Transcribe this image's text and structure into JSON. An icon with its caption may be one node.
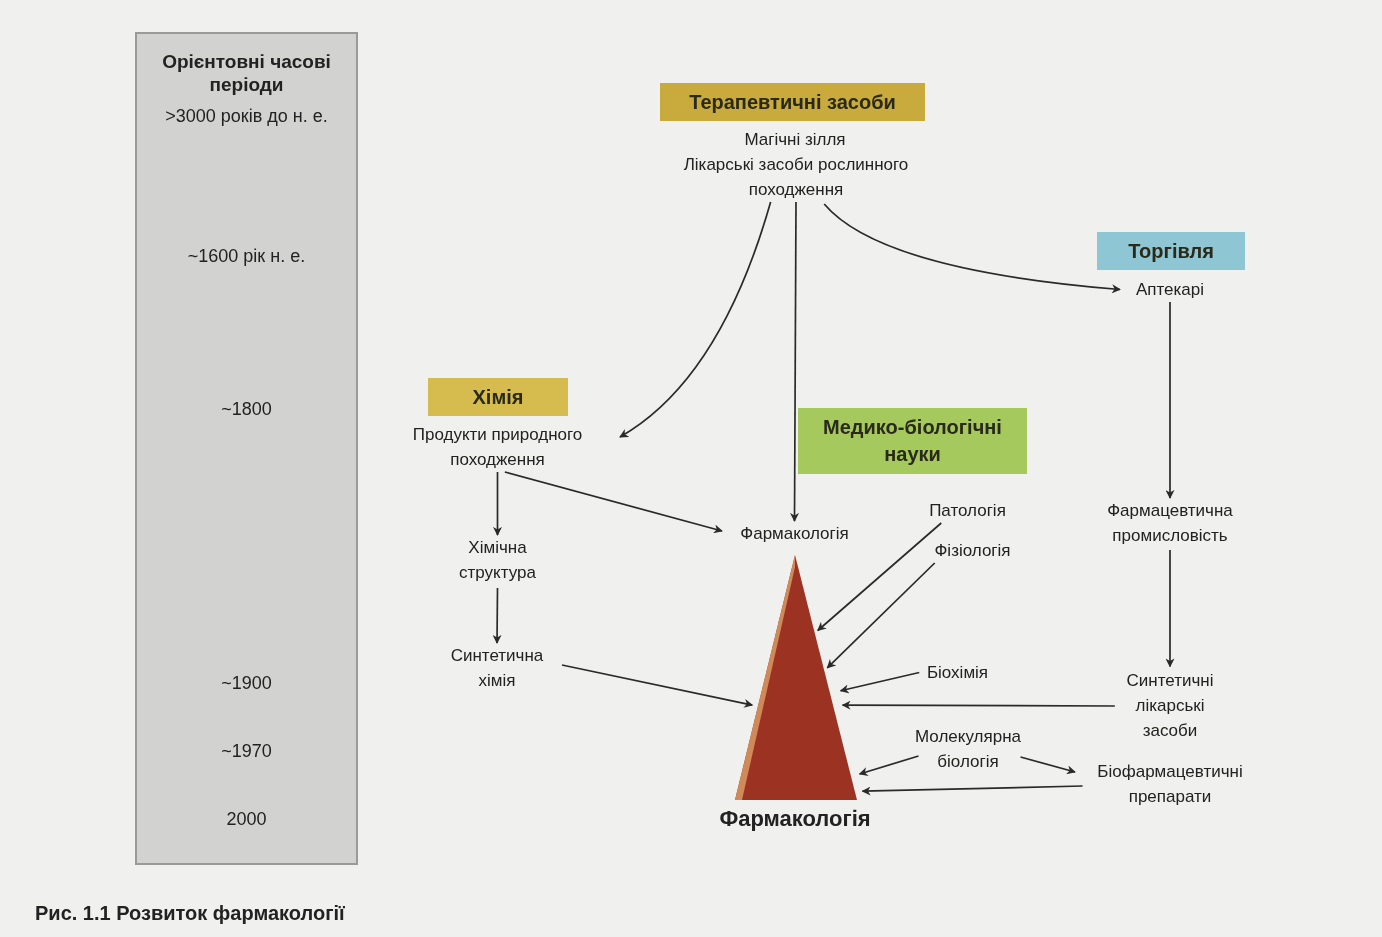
{
  "diagram": {
    "caption": "Рис. 1.1 Розвиток фармакології",
    "nodes": [
      {
        "text": [
          "Орієнтовні часові періоди"
        ]
      },
      {
        "text": [
          "Терапевтичні засоби"
        ]
      },
      {
        "text": [
          "Магічні зілля"
        ]
      },
      {
        "text": [
          "Лікарські засоби рослинного походження"
        ]
      },
      {
        "text": [
          "Торгівля"
        ]
      },
      {
        "text": [
          "Аптекарі"
        ]
      },
      {
        "text": [
          "Хімія"
        ]
      },
      {
        "text": [
          "Продукти природного походження"
        ]
      },
      {
        "text": [
          "Медико-біологічні науки"
        ]
      },
      {
        "text": [
          "Фармакологія"
        ]
      },
      {
        "text": [
          "Патологія"
        ]
      },
      {
        "text": [
          "Хімічна структура"
        ]
      },
      {
        "text": [
          "Фармацевтична промисловість"
        ]
      },
      {
        "text": [
          "Фізіологія"
        ]
      },
      {
        "text": [
          "Синтетична хімія"
        ]
      },
      {
        "text": [
          "Біохімія"
        ]
      },
      {
        "text": [
          "Синтетичні лікарські засоби"
        ]
      },
      {
        "text": [
          "Молекулярна біологія"
        ]
      },
      {
        "text": [
          "Біофармацевтичні препарати"
        ]
      },
      {
        "text": [
          "Фармакологія"
        ]
      }
    ],
    "edges": [
      {
        "from": 3,
        "to": 7,
        "arrow": "to"
      },
      {
        "from": 3,
        "to": 9,
        "arrow": "to"
      },
      {
        "from": 3,
        "to": 5,
        "arrow": "to"
      },
      {
        "from": 5,
        "to": 12,
        "arrow": "to"
      },
      {
        "from": 12,
        "to": 16,
        "arrow": "to"
      },
      {
        "from": 7,
        "to": 11,
        "arrow": "to"
      },
      {
        "from": 11,
        "to": 14,
        "arrow": "to"
      },
      {
        "from": 7,
        "to": 9,
        "arrow": "to"
      },
      {
        "from": 14,
        "to": 19,
        "arrow": "to"
      },
      {
        "from": 10,
        "to": 19,
        "arrow": "to"
      },
      {
        "from": 13,
        "to": 19,
        "arrow": "to"
      },
      {
        "from": 15,
        "to": 19,
        "arrow": "to"
      },
      {
        "from": 16,
        "to": 19,
        "arrow": "to"
      },
      {
        "from": 17,
        "to": 19,
        "arrow": "to"
      },
      {
        "from": 17,
        "to": 18,
        "arrow": "to"
      },
      {
        "from": 18,
        "to": 19,
        "arrow": "to"
      }
    ],
    "labels": [
      ">3000 років до н. е.",
      "~1600 рік н. е.",
      "~1800",
      "~1900",
      "~1970",
      "2000"
    ]
  }
}
